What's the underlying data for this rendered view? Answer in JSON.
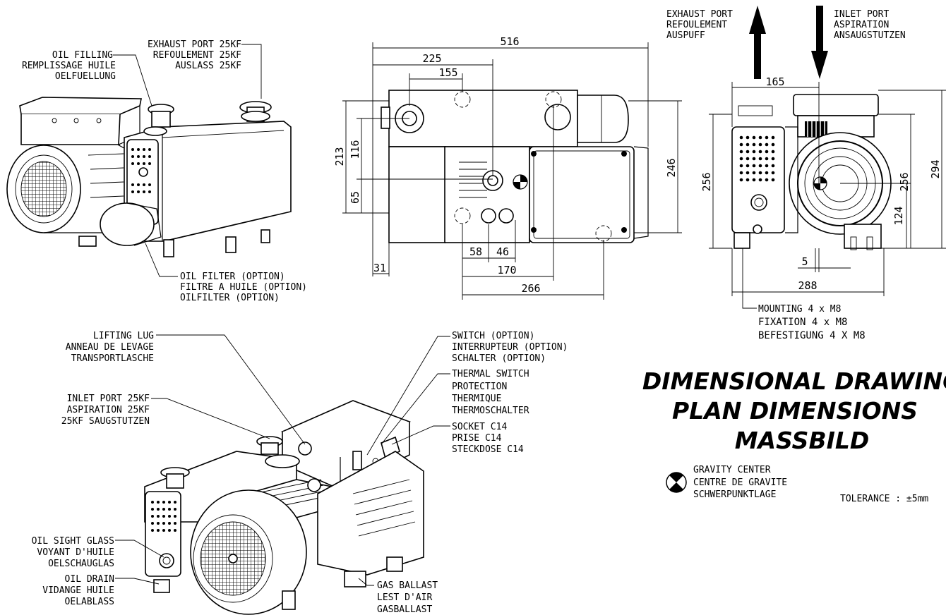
{
  "labels": {
    "exhaust_25kf": [
      "EXHAUST PORT 25KF",
      "REFOULEMENT 25KF",
      "AUSLASS 25KF"
    ],
    "oil_filling": [
      "OIL FILLING",
      "REMPLISSAGE HUILE",
      "OELFUELLUNG"
    ],
    "oil_filter": [
      "OIL FILTER (OPTION)",
      "FILTRE A HUILE (OPTION)",
      "OILFILTER (OPTION)"
    ],
    "exhaust_port": [
      "EXHAUST PORT",
      "REFOULEMENT",
      "AUSPUFF"
    ],
    "inlet_port": [
      "INLET PORT",
      "ASPIRATION",
      "ANSAUGSTUTZEN"
    ],
    "mounting": [
      "MOUNTING 4 x M8",
      "FIXATION 4 x M8",
      "BEFESTIGUNG 4 X M8"
    ],
    "lifting_lug": [
      "LIFTING LUG",
      "ANNEAU DE LEVAGE",
      "TRANSPORTLASCHE"
    ],
    "inlet_25kf": [
      "INLET PORT 25KF",
      "ASPIRATION 25KF",
      "25KF SAUGSTUTZEN"
    ],
    "switch": [
      "SWITCH (OPTION)",
      "INTERRUPTEUR (OPTION)",
      "SCHALTER (OPTION)"
    ],
    "thermal_switch": [
      "THERMAL SWITCH",
      "PROTECTION",
      "THERMIQUE",
      "THERMOSCHALTER"
    ],
    "socket": [
      "SOCKET C14",
      "PRISE C14",
      "STECKDOSE C14"
    ],
    "oil_sight_glass": [
      "OIL SIGHT GLASS",
      "VOYANT D'HUILE",
      "OELSCHAUGLAS"
    ],
    "oil_drain": [
      "OIL DRAIN",
      "VIDANGE HUILE",
      "OELABLASS"
    ],
    "gas_ballast": [
      "GAS BALLAST",
      "LEST D'AIR",
      "GASBALLAST"
    ],
    "gravity_center": [
      "GRAVITY CENTER",
      "CENTRE DE GRAVITE",
      "SCHWERPUNKTLAGE"
    ]
  },
  "title": [
    "DIMENSIONAL DRAWING",
    "PLAN DIMENSIONS",
    "MASSBILD"
  ],
  "tolerance": "TOLERANCE : ±5mm",
  "dimensions": {
    "front": {
      "d516": "516",
      "d225": "225",
      "d155": "155",
      "d213": "213",
      "d116": "116",
      "d65": "65",
      "d246": "246",
      "d31": "31",
      "d58": "58",
      "d46": "46",
      "d170": "170",
      "d266": "266"
    },
    "side": {
      "d165": "165",
      "d256l": "256",
      "d256r": "256",
      "d294": "294",
      "d124": "124",
      "d5": "5",
      "d288": "288"
    }
  },
  "icons": [
    "exhaust-arrow-up-icon",
    "inlet-arrow-down-icon",
    "gravity-center-icon"
  ]
}
